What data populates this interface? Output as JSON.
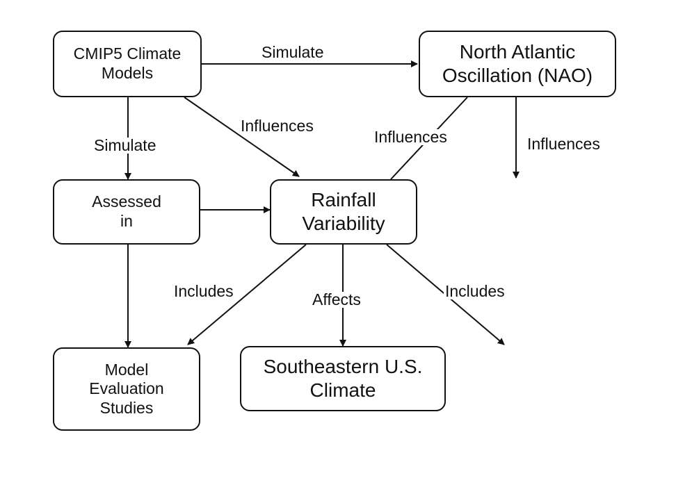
{
  "nodes": {
    "cmip5": "CMIP5 Climate\nModels",
    "nao": "North Atlantic\nOscillation (NAO)",
    "assessed": "Assessed\nin",
    "rainfall": "Rainfall\nVariability",
    "model_eval": "Model\nEvaluation\nStudies",
    "se_climate": "Southeastern U.S.\nClimate"
  },
  "edges": {
    "cmip5_nao": "Simulate",
    "cmip5_assessed": "Simulate",
    "cmip5_rainfall": "Influences",
    "nao_rainfall": "Influences",
    "nao_down": "Influences",
    "rainfall_eval": "Includes",
    "rainfall_se": "Affects",
    "rainfall_right": "Includes"
  }
}
